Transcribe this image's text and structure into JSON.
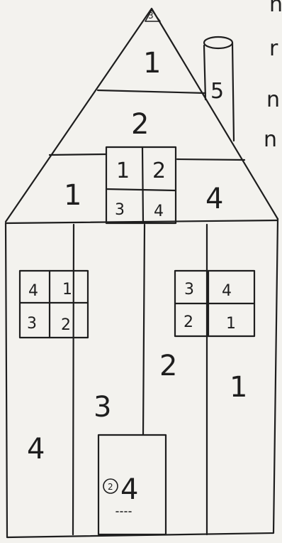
{
  "drawing": {
    "roof": {
      "apex_label": "3",
      "top_band": "1",
      "middle_band": "2",
      "left_section": "1",
      "right_section": "4",
      "attic_window": [
        "1",
        "2",
        "3",
        "4"
      ]
    },
    "chimney": {
      "label": "5"
    },
    "walls": {
      "left_column": "4",
      "center_left_column": "3",
      "center_right_column": "2",
      "right_column": "1"
    },
    "left_window": [
      "4",
      "1",
      "3",
      "2"
    ],
    "right_window": [
      "3",
      "4",
      "2",
      "1"
    ],
    "door": {
      "circled_number": "2",
      "label": "4"
    },
    "margin_text": [
      "n",
      "r",
      "n",
      "n"
    ]
  }
}
